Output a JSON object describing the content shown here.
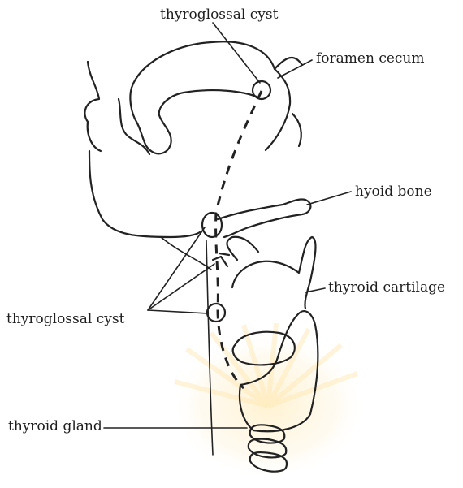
{
  "labels": {
    "cyst_top": "thyroglossal cyst",
    "foramen_cecum": "foramen cecum",
    "hyoid_bone": "hyoid bone",
    "thyroid_cartilage": "thyroid cartilage",
    "cyst_left": "thyroglossal cyst",
    "thyroid_gland": "thyroid gland"
  }
}
